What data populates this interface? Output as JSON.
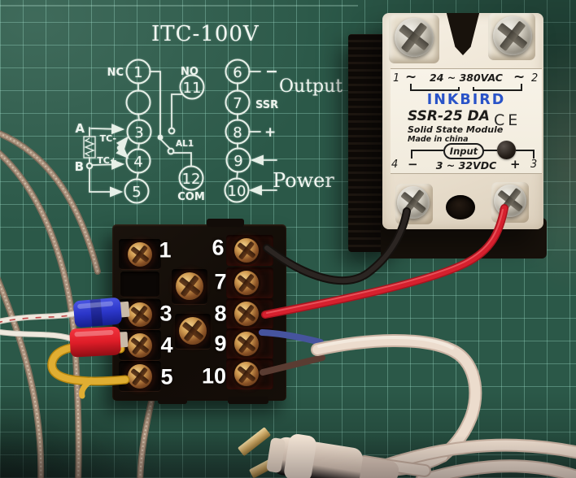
{
  "diagram": {
    "title": "ITC-100V",
    "terminals": {
      "t1": "1",
      "t3": "3",
      "t4": "4",
      "t5": "5",
      "t6": "6",
      "t7": "7",
      "t8": "8",
      "t9": "9",
      "t10": "10",
      "t11": "11",
      "t12": "12"
    },
    "labels": {
      "nc": "NC",
      "no": "NO",
      "com": "COM",
      "al1": "AL1",
      "a": "A",
      "b": "B",
      "tc_minus": "TC-",
      "tc_plus": "TC+",
      "minus": "−",
      "plus": "+",
      "ssr": "SSR",
      "output": "Output",
      "power": "Power"
    }
  },
  "ssr_module": {
    "brand": "INKBIRD",
    "model": "SSR-25 DA",
    "type_label": "Solid State Module",
    "origin_label": "Made in china",
    "input_label": "Input",
    "ac_rating": "24 ~ 380VAC",
    "dc_rating": "3 ~ 32VDC",
    "ce_mark": "CE",
    "terminals": {
      "t1": "1",
      "t2": "2",
      "t3": "3",
      "t4": "4"
    },
    "symbols": {
      "ac_left": "~",
      "ac_right": "~",
      "minus": "−",
      "plus": "+"
    },
    "brand_color": "#2953c8"
  },
  "socket": {
    "labels": {
      "p1": "1",
      "p3": "3",
      "p4": "4",
      "p5": "5",
      "p6": "6",
      "p7": "7",
      "p8": "8",
      "p9": "9",
      "p10": "10"
    }
  },
  "colors": {
    "mat_green": "#2b5848",
    "grid_line": "#91d0bc",
    "diagram_ink": "#e7f0e8",
    "wire_black": "#15110e",
    "wire_red": "#d6202e",
    "wire_blue": "#46549e",
    "wire_brown": "#5a3c32",
    "wire_yellow": "#e0ae32",
    "cable_cream": "#ecdccd",
    "braided_sheath": "#ab937e",
    "crimp_blue": "#2b36c9",
    "crimp_red": "#df1d28",
    "ssr_body": "#efe8dc",
    "socket_black": "#16100b"
  }
}
